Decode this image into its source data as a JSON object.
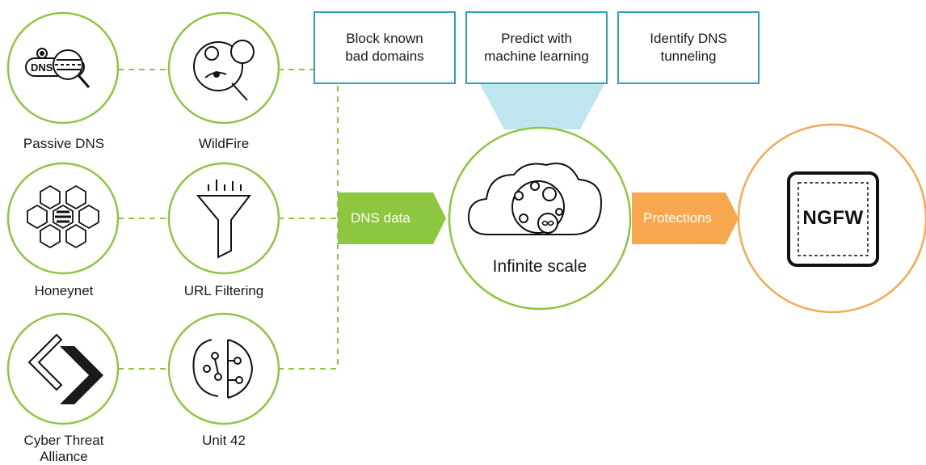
{
  "sources": [
    {
      "label": "Passive DNS",
      "icon": "passive-dns-icon",
      "badge": "DNS"
    },
    {
      "label": "WildFire",
      "icon": "wildfire-icon"
    },
    {
      "label": "Honeynet",
      "icon": "honeynet-icon"
    },
    {
      "label": "URL Filtering",
      "icon": "url-filtering-icon"
    },
    {
      "label": "Cyber Threat\nAlliance",
      "icon": "cyber-threat-alliance-icon"
    },
    {
      "label": "Unit 42",
      "icon": "unit42-icon"
    }
  ],
  "features": [
    {
      "label": "Block known\nbad domains"
    },
    {
      "label": "Predict with\nmachine learning"
    },
    {
      "label": "Identify DNS\ntunneling"
    }
  ],
  "flow": {
    "input_label": "DNS data",
    "center_label": "Infinite scale",
    "output_label": "Protections",
    "target_label": "NGFW"
  },
  "colors": {
    "source_circle": "#8dc63f",
    "feature_border": "#2b9fc8",
    "funnel_fill": "#bfe6ee",
    "input_arrow": "#8dc63f",
    "output_arrow": "#f7a84f",
    "target_circle": "#f7a84f"
  }
}
